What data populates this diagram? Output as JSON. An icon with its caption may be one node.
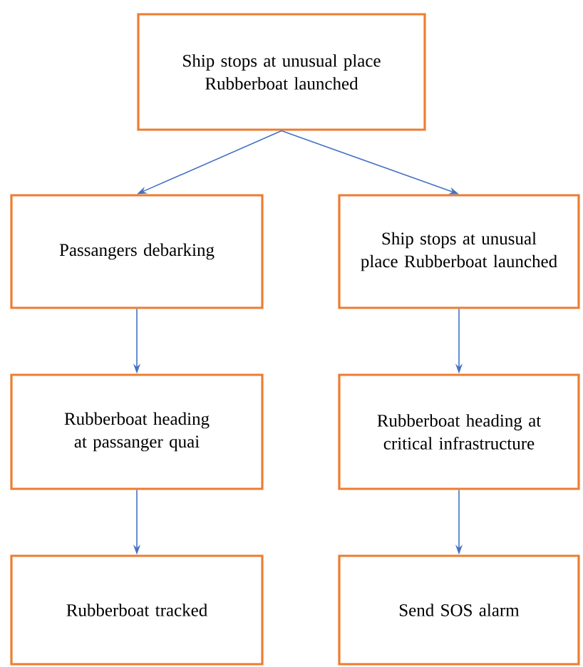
{
  "diagram": {
    "nodes": [
      {
        "text": [
          "Ship stops at unusual place Rubberboat launched"
        ]
      },
      {
        "text": [
          "Passangers debarking"
        ]
      },
      {
        "text": [
          "Ship stops at unusual place Rubberboat launched"
        ]
      },
      {
        "text": [
          "Rubberboat heading at passanger quai"
        ]
      },
      {
        "text": [
          "Rubberboat heading at critical infrastructure"
        ]
      },
      {
        "text": [
          "Rubberboat tracked"
        ]
      },
      {
        "text": [
          "Send SOS alarm"
        ]
      }
    ],
    "edges": [
      {
        "from": 0,
        "to": 1,
        "arrow": "to"
      },
      {
        "from": 0,
        "to": 2,
        "arrow": "to"
      },
      {
        "from": 1,
        "to": 3,
        "arrow": "to"
      },
      {
        "from": 2,
        "to": 4,
        "arrow": "to"
      },
      {
        "from": 3,
        "to": 5,
        "arrow": "to"
      },
      {
        "from": 4,
        "to": 6,
        "arrow": "to"
      }
    ]
  }
}
